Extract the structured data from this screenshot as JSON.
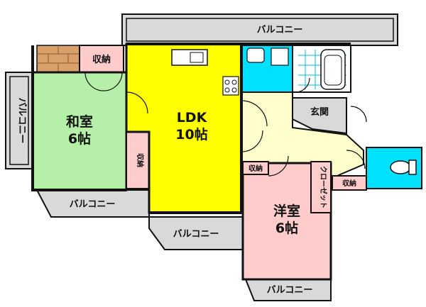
{
  "rooms": {
    "washitsu": {
      "name": "和室",
      "size": "6帖"
    },
    "ldk": {
      "name": "LDK",
      "size": "10帖"
    },
    "yoshitsu": {
      "name": "洋室",
      "size": "6帖"
    },
    "genkan": "玄関"
  },
  "storage": {
    "label": "収納",
    "closet": "クローゼット"
  },
  "balcony_label": "バルコニー",
  "colors": {
    "washitsu": "#b6f0a8",
    "ldk": "#ffff00",
    "yoshitsu": "#ffcccc",
    "storage": "#ffcccc",
    "wet": "#00e0ff",
    "entry": "#ffffcc",
    "tatami": "#d9a06a",
    "balcony": "#d9d9d9",
    "wall": "#111111"
  }
}
